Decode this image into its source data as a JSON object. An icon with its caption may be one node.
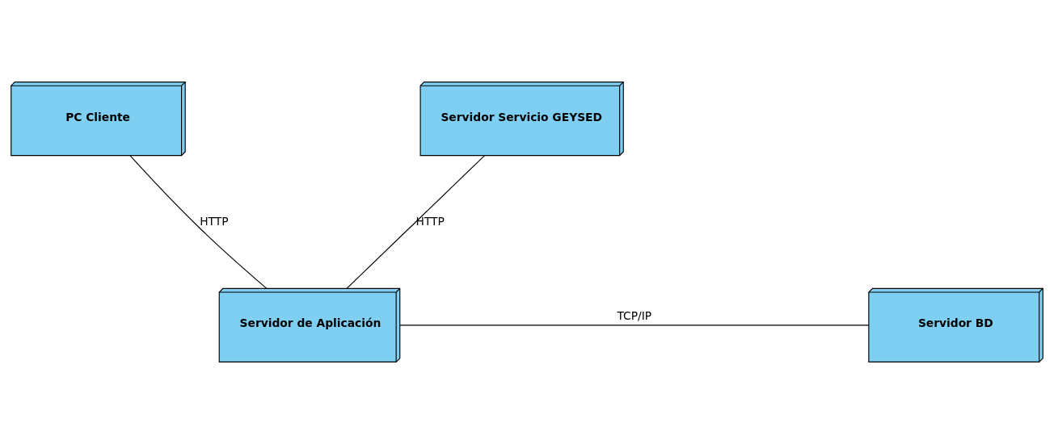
{
  "diagram": {
    "nodes": [
      {
        "text": [
          "PC Cliente"
        ]
      },
      {
        "text": [
          "Servidor Servicio GEYSED"
        ]
      },
      {
        "text": [
          "Servidor de Aplicación"
        ]
      },
      {
        "text": [
          "Servidor BD"
        ]
      }
    ],
    "edges": [
      {
        "from": 0,
        "to": 2,
        "arrow": "none",
        "label": "HTTP"
      },
      {
        "from": 2,
        "to": 1,
        "arrow": "none",
        "label": "HTTP"
      },
      {
        "from": 2,
        "to": 3,
        "arrow": "none",
        "label": "TCP/IP"
      }
    ]
  }
}
